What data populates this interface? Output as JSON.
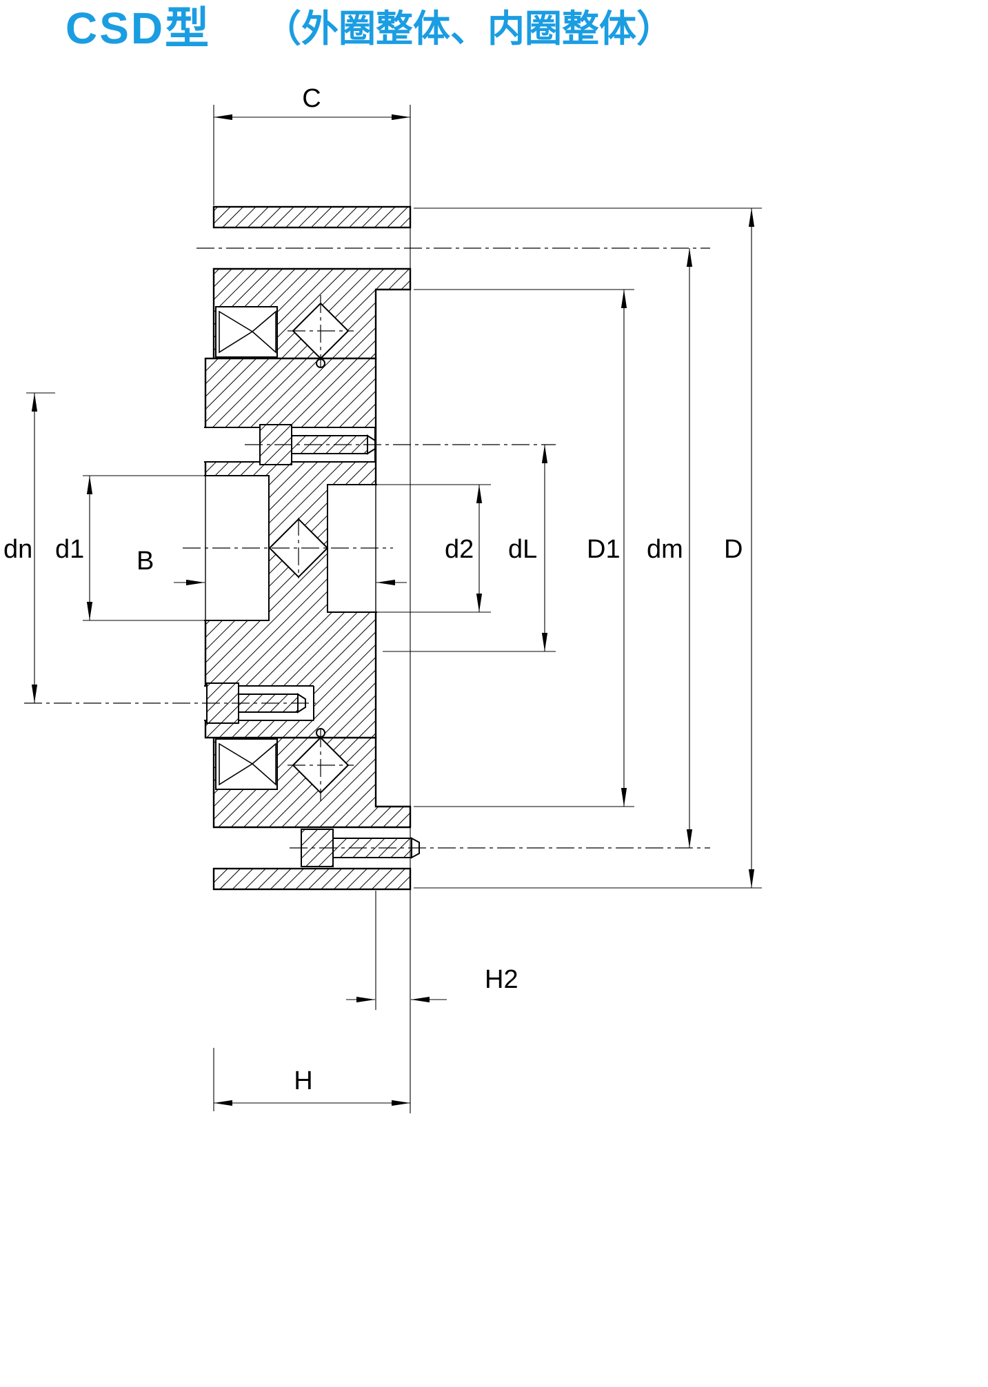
{
  "title": {
    "model": "CSD型",
    "subtitle": "（外圈整体、内圈整体）"
  },
  "dim_labels": {
    "C": "C",
    "dn": "dn",
    "d1": "d1",
    "B": "B",
    "d2": "d2",
    "dL": "dL",
    "D1": "D1",
    "dm": "dm",
    "D": "D",
    "H2": "H2",
    "H": "H"
  },
  "colors": {
    "title": "#1B9DE2",
    "line": "#000000",
    "background": "#FFFFFF"
  }
}
